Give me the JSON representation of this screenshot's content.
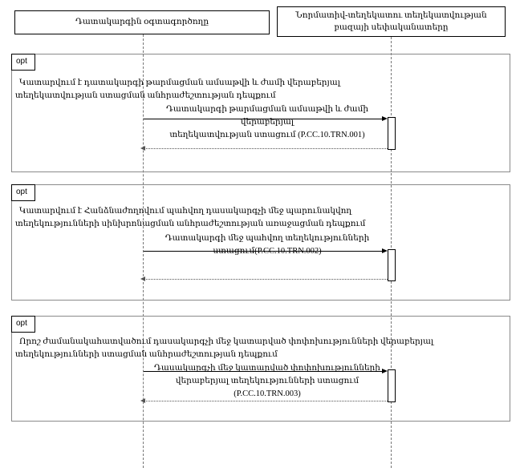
{
  "diagram": {
    "type": "uml-sequence-diagram",
    "lifelines": [
      {
        "id": "actor",
        "label": "Դատակարգին օգտագործողը"
      },
      {
        "id": "owner",
        "label": "Նորմատիվ-տեղեկատու տեղեկատվության բազայի սեփականատերը"
      }
    ],
    "fragments": [
      {
        "operator": "opt",
        "guard_lines": [
          "Կատարվում է դատակարգի թարմացման ամսաթվի և ժամի վերաբերյալ",
          "տեղեկատվության ստացման անհրաժեշտության դեպքում"
        ],
        "message_lines": [
          "Դատակարգի թարմացման ամսաթվի և ժամի վերաբերյալ",
          "տեղեկատվության ստացում (P.CC.10.TRN.001)"
        ],
        "message_id": "P.CC.10.TRN.001"
      },
      {
        "operator": "opt",
        "guard_lines": [
          "Կատարվում է Հանձնաժողովում պահվող  դասակարգչի մեջ պարունակվող",
          "տեղեկությունների սինխրոնացման անհրաժեշտության առաջացման դեպքում"
        ],
        "message_lines": [
          "Դատակարգի մեջ պահվող տեղեկությունների",
          "ստացում(P.CC.10.TRN.002)"
        ],
        "message_id": "P.CC.10.TRN.002"
      },
      {
        "operator": "opt",
        "guard_lines": [
          "Որոշ ժամանակահատվածում դասակարգչի մեջ կատարված փոփոխությունների վերաբերյալ",
          "տեղեկությունների ստացման անհրաժեշտության դեպքում"
        ],
        "message_lines": [
          "Դասակարգչի մեջ կատարված փոփոխությունների",
          "վերաբերյալ տեղեկությունների ստացում (P.CC.10.TRN.003)"
        ],
        "message_id": "P.CC.10.TRN.003"
      }
    ],
    "colors": {
      "line": "#000000",
      "fragment_border": "#8a8a8a",
      "lifeline_dash": "#777777",
      "return_dash": "#555555",
      "background": "#ffffff"
    }
  }
}
